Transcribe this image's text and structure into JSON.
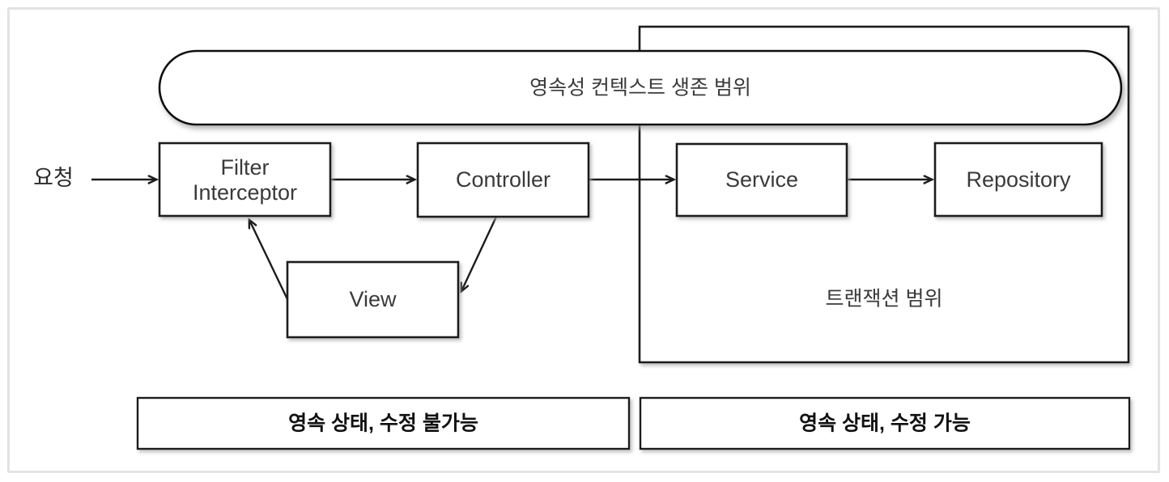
{
  "diagram": {
    "title_text": "",
    "request_label": "요청",
    "scopes": [
      {
        "id": "persistence-context",
        "label": "영속성 컨텍스트 생존 범위",
        "shape": "stadium"
      },
      {
        "id": "transaction",
        "label": "트랜잭션 범위",
        "shape": "rectangle"
      }
    ],
    "nodes": [
      {
        "id": "filter-interceptor",
        "line1": "Filter",
        "line2": "Interceptor"
      },
      {
        "id": "controller",
        "label": "Controller"
      },
      {
        "id": "view",
        "label": "View"
      },
      {
        "id": "service",
        "label": "Service"
      },
      {
        "id": "repository",
        "label": "Repository"
      }
    ],
    "state_bars": [
      {
        "id": "readonly-state",
        "label": "영속 상태, 수정 불가능"
      },
      {
        "id": "writable-state",
        "label": "영속 상태, 수정 가능"
      }
    ],
    "colors": {
      "stroke": "#1c1c1c",
      "text": "#3a3a3a",
      "bold_text": "#111111",
      "frame": "#e3e3e3",
      "background": "#ffffff",
      "shadow": "#b9b9b9"
    }
  }
}
